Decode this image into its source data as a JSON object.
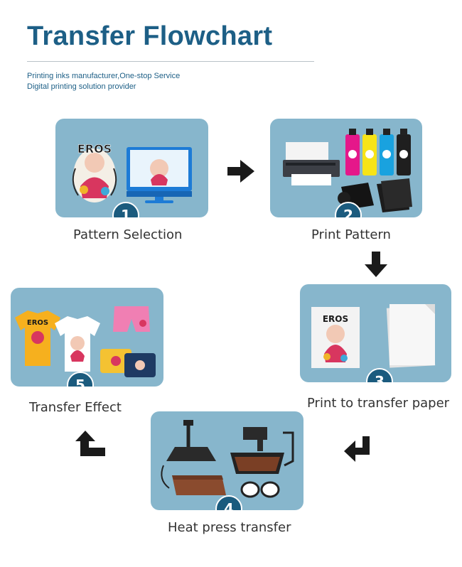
{
  "header": {
    "title": "Transfer Flowchart",
    "subtitle_line1": "Printing inks manufacturer,One-stop Service",
    "subtitle_line2": "Digital printing solution provider"
  },
  "steps": [
    {
      "number": "1",
      "label": "Pattern Selection",
      "image_text": "EROS"
    },
    {
      "number": "2",
      "label": "Print Pattern"
    },
    {
      "number": "3",
      "label": "Print to transfer paper",
      "image_text": "EROS"
    },
    {
      "number": "4",
      "label": "Heat press transfer"
    },
    {
      "number": "5",
      "label": "Transfer Effect",
      "image_text": "EROS"
    }
  ],
  "colors": {
    "title": "#1d5f86",
    "card": "#87b6cc",
    "badge": "#1b5b7e",
    "arrow": "#1a1a1a"
  }
}
